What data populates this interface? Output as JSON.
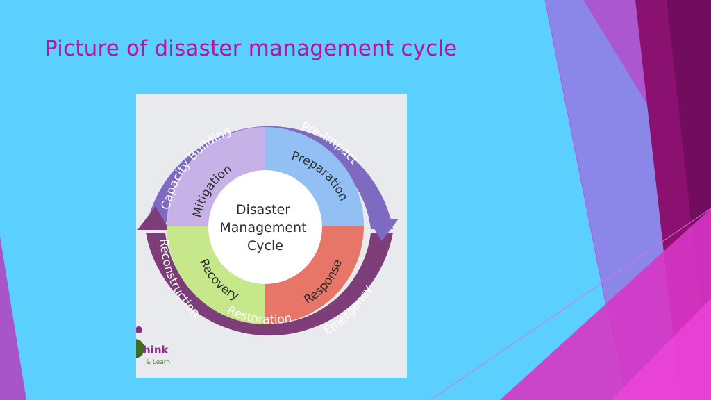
{
  "slide": {
    "title": "Picture of disaster management cycle"
  },
  "diagram": {
    "center": [
      "Disaster",
      "Management",
      "Cycle"
    ],
    "quadrants": {
      "mitigation": "Mitigation",
      "preparation": "Preparation",
      "response": "Response",
      "recovery": "Recovery"
    },
    "ring": {
      "capacity_building": "Capacity Building",
      "pre_impact": "Pre-Impact",
      "emergency": "Emergency",
      "restoration": "Restoration",
      "reconstruction": "Reconstruction"
    },
    "logo": {
      "line1": "hink",
      "line2": "& Learn"
    },
    "colors": {
      "mitigation": "#c6b2e6",
      "preparation": "#92c0f4",
      "response": "#e87668",
      "recovery": "#c6e88a",
      "ring_top": "#7f6ac2",
      "ring_bottom": "#7d3d78",
      "title": "#b5169d",
      "background": "#5bd0ff"
    }
  }
}
